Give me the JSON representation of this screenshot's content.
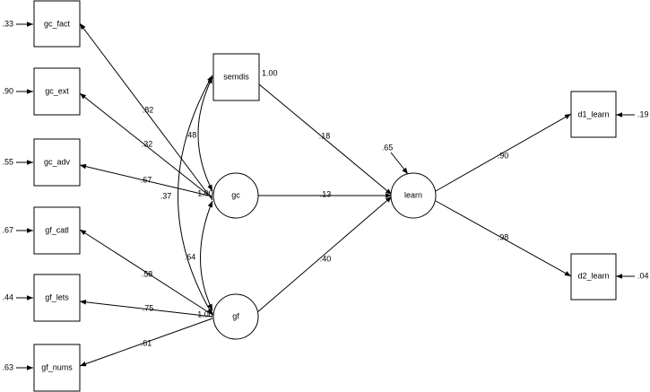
{
  "nodes": {
    "gc_fact": "gc_fact",
    "gc_ext": "gc_ext",
    "gc_adv": "gc_adv",
    "gf_catl": "gf_catl",
    "gf_lets": "gf_lets",
    "gf_nums": "gf_nums",
    "semdis": "semdis",
    "gc": "gc",
    "gf": "gf",
    "learn": "learn",
    "d1_learn": "d1_learn",
    "d2_learn": "d2_learn"
  },
  "residuals": {
    "gc_fact": ".33",
    "gc_ext": ".90",
    "gc_adv": ".55",
    "gf_catl": ".67",
    "gf_lets": ".44",
    "gf_nums": ".63",
    "learn": ".65",
    "d1_learn": ".19",
    "d2_learn": ".04"
  },
  "variances": {
    "semdis": "1.00",
    "gc": "1.00",
    "gf": "1.00"
  },
  "loadings": {
    "gc_fact": ".82",
    "gc_ext": ".32",
    "gc_adv": ".67",
    "gf_catl": ".58",
    "gf_lets": ".75",
    "gf_nums": ".61",
    "d1_learn": ".90",
    "d2_learn": ".98"
  },
  "paths": {
    "semdis_learn": ".18",
    "gc_learn": ".13",
    "gf_learn": ".40"
  },
  "covariances": {
    "semdis_gc": ".48",
    "gc_gf": ".64",
    "semdis_gf": ".37"
  }
}
